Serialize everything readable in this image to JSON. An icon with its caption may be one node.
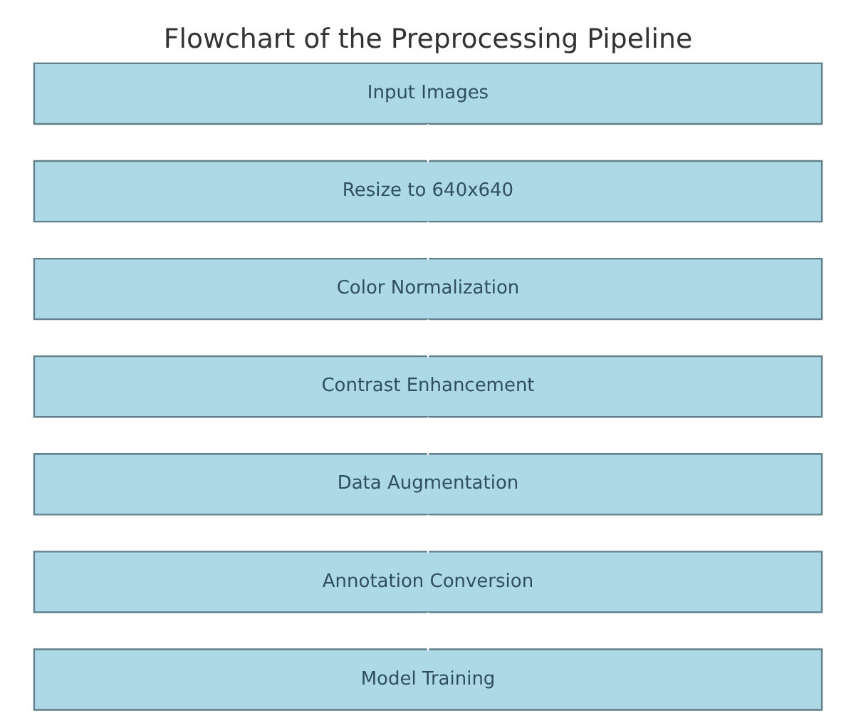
{
  "diagram": {
    "title": "Flowchart of the Preprocessing Pipeline",
    "nodes": [
      {
        "text": [
          "Input Images"
        ]
      },
      {
        "text": [
          "Resize to 640x640"
        ]
      },
      {
        "text": [
          "Color Normalization"
        ]
      },
      {
        "text": [
          "Contrast Enhancement"
        ]
      },
      {
        "text": [
          "Data Augmentation"
        ]
      },
      {
        "text": [
          "Annotation Conversion"
        ]
      },
      {
        "text": [
          "Model Training"
        ]
      }
    ],
    "edges": [
      {
        "from": 0,
        "to": 1,
        "arrow": "to",
        "color": "#ffffff"
      },
      {
        "from": 1,
        "to": 2,
        "arrow": "to",
        "color": "#ffffff"
      },
      {
        "from": 2,
        "to": 3,
        "arrow": "to",
        "color": "#ffffff"
      },
      {
        "from": 3,
        "to": 4,
        "arrow": "to",
        "color": "#ffffff"
      },
      {
        "from": 4,
        "to": 5,
        "arrow": "to",
        "color": "#ffffff"
      },
      {
        "from": 5,
        "to": 6,
        "arrow": "to",
        "color": "#ffffff"
      }
    ]
  }
}
